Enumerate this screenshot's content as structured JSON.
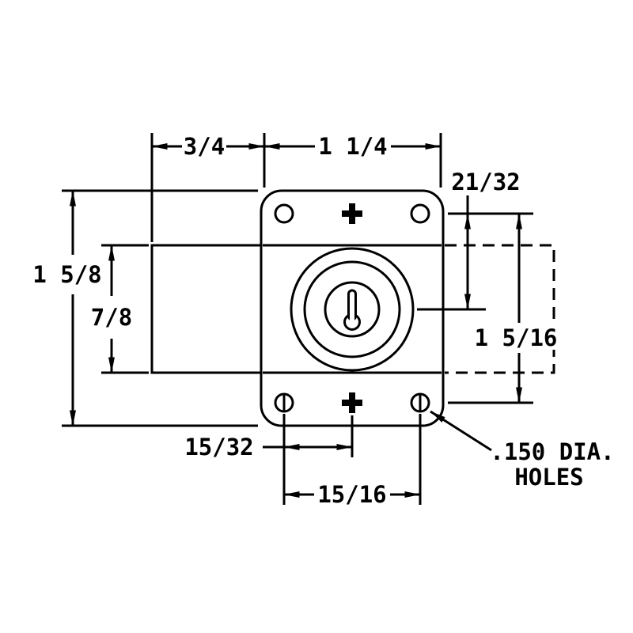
{
  "drawing": {
    "labels": {
      "dim_3_4": "3/4",
      "dim_1_1_4": "1 1/4",
      "dim_21_32": "21/32",
      "dim_1_5_8": "1 5/8",
      "dim_7_8": "7/8",
      "dim_1_5_16": "1 5/16",
      "dim_15_32": "15/32",
      "dim_15_16": "15/16",
      "hole_note_line1": ".150 DIA.",
      "hole_note_line2": "HOLES"
    },
    "colors": {
      "line": "#000000",
      "background": "#ffffff"
    }
  }
}
